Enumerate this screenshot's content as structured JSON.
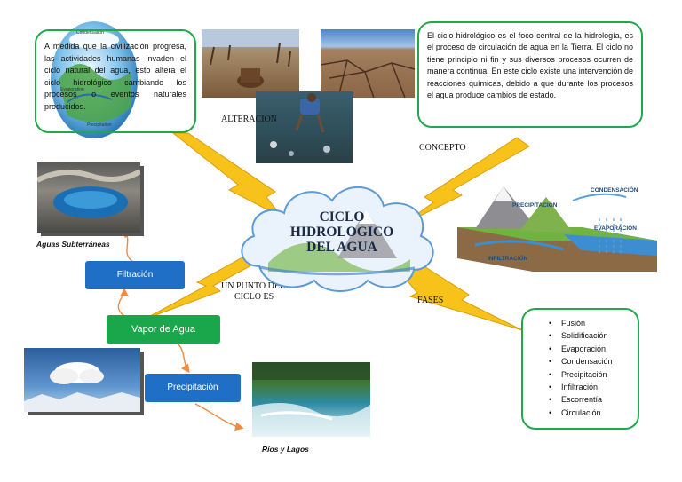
{
  "center_title": {
    "line1": "CICLO",
    "line2": "HIDROLOGICO",
    "line3": "DEL AGUA"
  },
  "labels": {
    "alteracion": "ALTERACION",
    "concepto": "CONCEPTO",
    "fases": "FASES",
    "punto_line1": "UN PUNTO DEL",
    "punto_line2": "CICLO ES"
  },
  "alteracion_text": "A medida que la civilización progresa, las actividades humanas invaden el ciclo natural del agua, esto altera el ciclo hidrológico cambiando los procesos o eventos naturales producidos.",
  "concepto_text": "El ciclo hidrológico es el foco central de la hidrología, es el proceso de circulación de agua en la Tierra. El ciclo no tiene principio ni fin y sus diversos procesos ocurren de manera continua. En este ciclo existe una intervención de reacciones químicas, debido a que durante los procesos el agua produce cambios de estado.",
  "fases_list": [
    "Fusión",
    "Solidificación",
    "Evaporación",
    "Condensación",
    "Precipitación",
    "Infiltración",
    "Escorrentía",
    "Circulación"
  ],
  "nodes": {
    "filtracion": "Filtración",
    "vapor": "Vapor de Agua",
    "precipitacion": "Precipitación"
  },
  "captions": {
    "subterraneas": "Aguas Subterráneas",
    "rios": "Ríos y Lagos"
  },
  "diagram_labels": {
    "condensacion": "CONDENSACIÓN",
    "precipitacion": "PRECIPITACIÓN",
    "evaporacion": "EVAPORACIÓN",
    "infiltracion": "INFILTRACIÓN"
  },
  "globe_labels": {
    "condensation": "Condensation",
    "evaporation": "Evaporation",
    "precipitation": "Precipitation"
  },
  "colors": {
    "green_border": "#22a84a",
    "blue_button": "#1f6fc6",
    "green_button": "#1aa64a",
    "lightning": "#f7c21a",
    "arrow": "#f08a3c"
  }
}
